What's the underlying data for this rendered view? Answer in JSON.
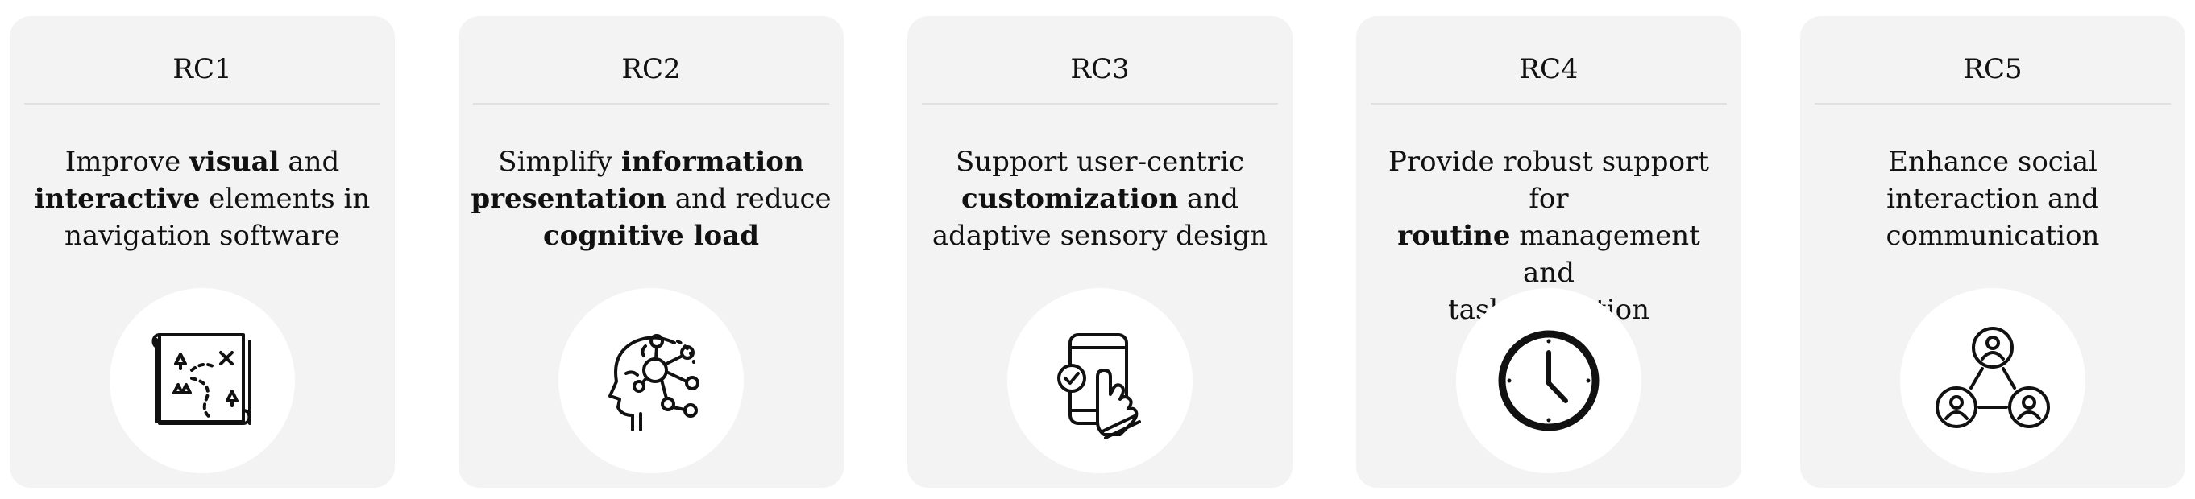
{
  "cards": [
    {
      "id": "RC1",
      "title": "RC1",
      "line1": [
        "Improve ",
        "visual",
        " and"
      ],
      "line2": [
        "interactive",
        " elements in"
      ],
      "line3": [
        "navigation software"
      ],
      "icon": "treasure-map-icon"
    },
    {
      "id": "RC2",
      "title": "RC2",
      "line1": [
        "Simplify ",
        "information"
      ],
      "line2": [
        "presentation",
        " and reduce"
      ],
      "line3": [
        "cognitive load"
      ],
      "icon": "head-network-icon"
    },
    {
      "id": "RC3",
      "title": "RC3",
      "line1": [
        "Support user-centric"
      ],
      "line2": [
        "customization",
        " and"
      ],
      "line3": [
        "adaptive sensory design"
      ],
      "icon": "smartphone-touch-icon"
    },
    {
      "id": "RC4",
      "title": "RC4",
      "line1": [
        "Provide robust support for"
      ],
      "line2": [
        "routine",
        " management and"
      ],
      "line3": [
        "task execution"
      ],
      "icon": "clock-icon"
    },
    {
      "id": "RC5",
      "title": "RC5",
      "line1": [
        "Enhance social"
      ],
      "line2": [
        "interaction and"
      ],
      "line3": [
        "communication"
      ],
      "icon": "social-network-icon"
    }
  ]
}
